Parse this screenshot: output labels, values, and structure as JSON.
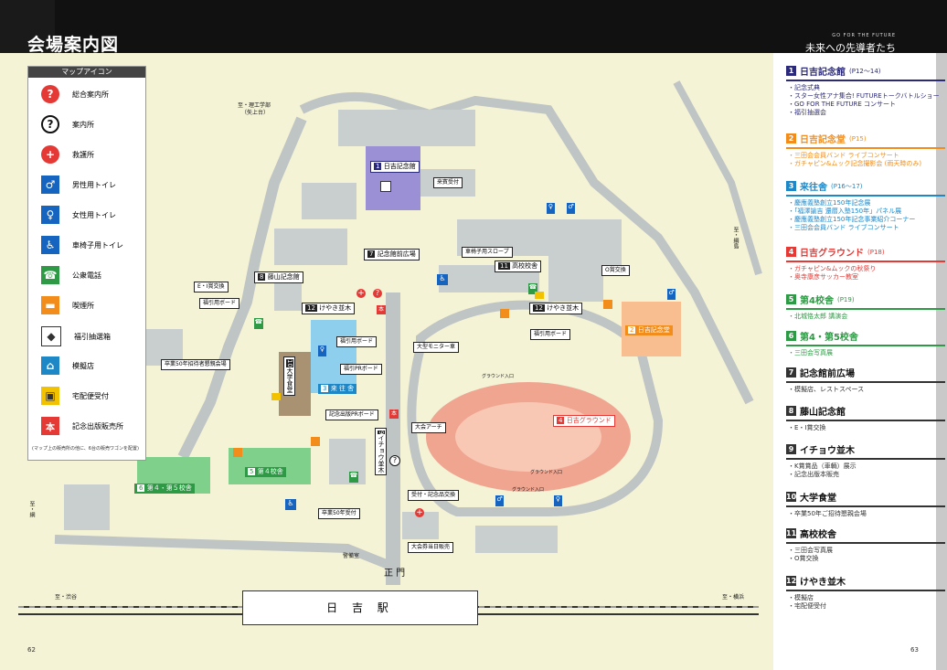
{
  "header": {
    "title": "会場案内図",
    "sub": "GO FOR THE FUTURE",
    "slogan": "未来への先導者たち"
  },
  "legend": {
    "title": "マップアイコン",
    "items": [
      {
        "icon": "info-center-icon",
        "label": "総合案内所",
        "color": "#e53935",
        "glyph": "?"
      },
      {
        "icon": "info-desk-icon",
        "label": "案内所",
        "color": "#111111",
        "glyph": "?"
      },
      {
        "icon": "first-aid-icon",
        "label": "救護所",
        "color": "#e53935",
        "glyph": "+"
      },
      {
        "icon": "mens-restroom-icon",
        "label": "男性用トイレ",
        "color": "#1565c0",
        "glyph": "♂"
      },
      {
        "icon": "womens-restroom-icon",
        "label": "女性用トイレ",
        "color": "#1565c0",
        "glyph": "♀"
      },
      {
        "icon": "wheelchair-restroom-icon",
        "label": "車椅子用トイレ",
        "color": "#1565c0",
        "glyph": "♿"
      },
      {
        "icon": "payphone-icon",
        "label": "公衆電話",
        "color": "#2e9a45",
        "glyph": "☎"
      },
      {
        "icon": "smoking-area-icon",
        "label": "喫煙所",
        "color": "#f28c1a",
        "glyph": "▬"
      },
      {
        "icon": "lottery-icon",
        "label": "福引抽選箱",
        "color": "#333333",
        "glyph": "◆"
      },
      {
        "icon": "stall-icon",
        "label": "模擬店",
        "color": "#1e88c7",
        "glyph": "⌂"
      },
      {
        "icon": "delivery-icon",
        "label": "宅配便受付",
        "color": "#f2c200",
        "glyph": "▣"
      },
      {
        "icon": "book-sales-icon",
        "label": "記念出版販売所",
        "color": "#e53935",
        "glyph": "本"
      }
    ],
    "note": "(マップ上の販売所の他に、6台の販売ワゴンを配置)"
  },
  "map": {
    "station": "日 吉 駅",
    "gate": "正 門",
    "to_shibuya": "至・渋谷",
    "to_yokohama": "至・横浜",
    "to_rikou": "至・理工学部",
    "to_rikou2": "（矢上台）",
    "to_tsunashima": "至・綱島",
    "to_kumoi": "至・網",
    "labels": {
      "kinenkan": "日吉記念館",
      "raihin": "来賓受付",
      "kinenkan_hiroba": "記念館前広場",
      "slope": "車椅子用スロープ",
      "koukou": "高校校舎",
      "o_award": "O賞交換",
      "hitsuzan": "藤山記念館",
      "e_award": "E・I賞交換",
      "fukubiki1": "福引用ボード",
      "keyaki": "けやき並木",
      "keyaki2": "けやき並木",
      "fukubiki2": "福引用ボード",
      "fukubiki3": "福引用ボード",
      "monitor": "大型モニター車",
      "fukubiki_board": "福引用ボード",
      "pr_board": "福引PRボード",
      "shokudo": "大学食堂",
      "grad50": "卒業50年招待者懇親会場",
      "raioka": "来 往 舎",
      "auditorium": "日吉記念堂",
      "ground": "日吉グラウンド",
      "book_pr": "記念出版PRボード",
      "arch": "大会アーチ",
      "icho": "イチョウ並木",
      "dai4": "第４校舎",
      "dai45": "第４・第５校舎",
      "grad50_reception": "卒業50年受付",
      "delivery_exchange": "受付・記念品交換",
      "daikai_board": "大会券当日販売",
      "ground_entrance": "グラウンド入口",
      "ground_entrance2": "グラウンド入口",
      "ground_entrance3": "グラウンド入口",
      "kaijyo": "警備室"
    }
  },
  "sidebar": {
    "sections": [
      {
        "num": "1",
        "title": "日吉記念館",
        "page": "(P12～14)",
        "color": "#2b2a7a",
        "items": [
          "記念式典",
          "スター女性アナ集合! FUTUREトークバトルショー",
          "GO FOR THE FUTURE コンサート",
          "福引抽選会"
        ],
        "item_color": "#2b2a7a"
      },
      {
        "num": "2",
        "title": "日吉記念堂",
        "page": "(P15)",
        "color": "#f28c1a",
        "items": [
          "三田会会員バンド ライブコンサート",
          "ガチャピン&ムック記念撮影会 (雨天時のみ)"
        ],
        "item_color": "#f28c1a"
      },
      {
        "num": "3",
        "title": "来往舎",
        "page": "(P16～17)",
        "color": "#1e88c7",
        "items": [
          "慶應義塾創立150年記念展",
          "「福澤諭吉 還暦入塾150年」パネル展",
          "慶應義塾創立150年記念事業紹介コーナー",
          "三田会会員バンド ライブコンサート"
        ],
        "item_color": "#1e88c7"
      },
      {
        "num": "4",
        "title": "日吉グラウンド",
        "page": "(P18)",
        "color": "#e53935",
        "items": [
          "ガチャピン&ムックの秋祭り",
          "奥寺康彦サッカー教室"
        ],
        "item_color": "#e53935"
      },
      {
        "num": "5",
        "title": "第4校舎",
        "page": "(P19)",
        "color": "#2e9a45",
        "items": [
          "北城恪太郎 講演会"
        ],
        "item_color": "#2e9a45"
      },
      {
        "num": "6",
        "title": "第4・第5校舎",
        "page": "",
        "color": "#2e9a45",
        "items": [
          "三田会写真展"
        ],
        "item_color": "#2e9a45"
      },
      {
        "num": "7",
        "title": "記念館前広場",
        "page": "",
        "color": "#333333",
        "items": [
          "模擬店、レストスペース"
        ],
        "item_color": "#333333"
      },
      {
        "num": "8",
        "title": "藤山記念館",
        "page": "",
        "color": "#333333",
        "items": [
          "E・I賞交換"
        ],
        "item_color": "#333333"
      },
      {
        "num": "9",
        "title": "イチョウ並木",
        "page": "",
        "color": "#333333",
        "items": [
          "K賞賞品（車輌）展示",
          "記念出版本販売"
        ],
        "item_color": "#333333"
      },
      {
        "num": "10",
        "title": "大学食堂",
        "page": "",
        "color": "#333333",
        "items": [
          "卒業50年ご招待懇親会場"
        ],
        "item_color": "#333333"
      },
      {
        "num": "11",
        "title": "高校校舎",
        "page": "",
        "color": "#333333",
        "items": [
          "三田会写真展",
          "O賞交換"
        ],
        "item_color": "#333333"
      },
      {
        "num": "12",
        "title": "けやき並木",
        "page": "",
        "color": "#333333",
        "items": [
          "模擬店",
          "宅配便受付"
        ],
        "item_color": "#333333"
      }
    ]
  },
  "pages": {
    "left": "62",
    "right": "63"
  }
}
